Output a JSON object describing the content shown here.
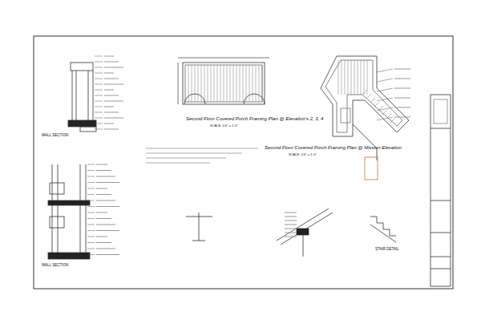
{
  "diagram": {
    "labels": [
      "Second Floor Covered Porch Framing Plan @ Elevation's 2, 3, 4",
      "Second Floor Covered Porch Framing Plan @ Mission Elevation",
      "WALL SECTION",
      "WALL SECTION",
      "STAIR DETAIL",
      "SCALE: 1/4\" = 1'-0\"",
      "SCALE: 1/4\" = 1'-0\""
    ]
  }
}
